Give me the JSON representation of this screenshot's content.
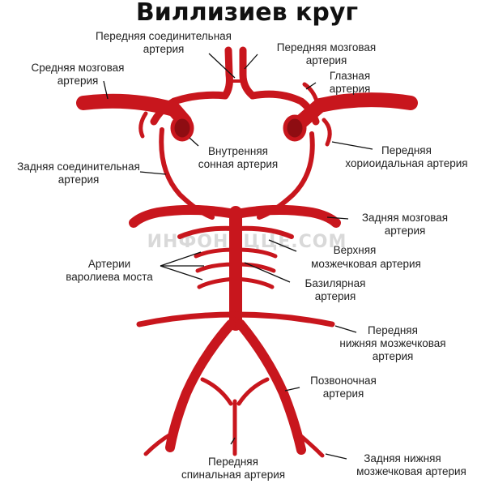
{
  "title": "Виллизиев круг",
  "watermark": "ИНФОНАЦЦЕ.COM",
  "colors": {
    "artery": "#c8161d",
    "artery_dark": "#8e0d12",
    "text": "#222222"
  },
  "labels": {
    "anterior_communicating": [
      "Передняя соединительная",
      "артерия"
    ],
    "anterior_cerebral": [
      "Передняя мозговая",
      "артерия"
    ],
    "middle_cerebral": [
      "Средняя мозговая",
      "артерия"
    ],
    "ophthalmic": [
      "Глазная",
      "артерия"
    ],
    "internal_carotid": [
      "Внутренняя",
      "сонная артерия"
    ],
    "anterior_choroidal": [
      "Передняя",
      "хориоидальная артерия"
    ],
    "posterior_communicating": [
      "Задняя соединительная",
      "артерия"
    ],
    "posterior_cerebral": [
      "Задняя мозговая",
      "артерия"
    ],
    "superior_cerebellar": [
      "Верхняя",
      "мозжечковая артерия"
    ],
    "pontine": [
      "Артерии",
      "варолиева моста"
    ],
    "basilar": [
      "Базилярная",
      "артерия"
    ],
    "anterior_inferior_cerebellar": [
      "Передняя",
      "нижняя мозжечковая",
      "артерия"
    ],
    "vertebral": [
      "Позвоночная",
      "артерия"
    ],
    "anterior_spinal": [
      "Передняя",
      "спинальная артерия"
    ],
    "posterior_inferior_cerebellar": [
      "Задняя нижняя",
      "мозжечковая артерия"
    ]
  }
}
